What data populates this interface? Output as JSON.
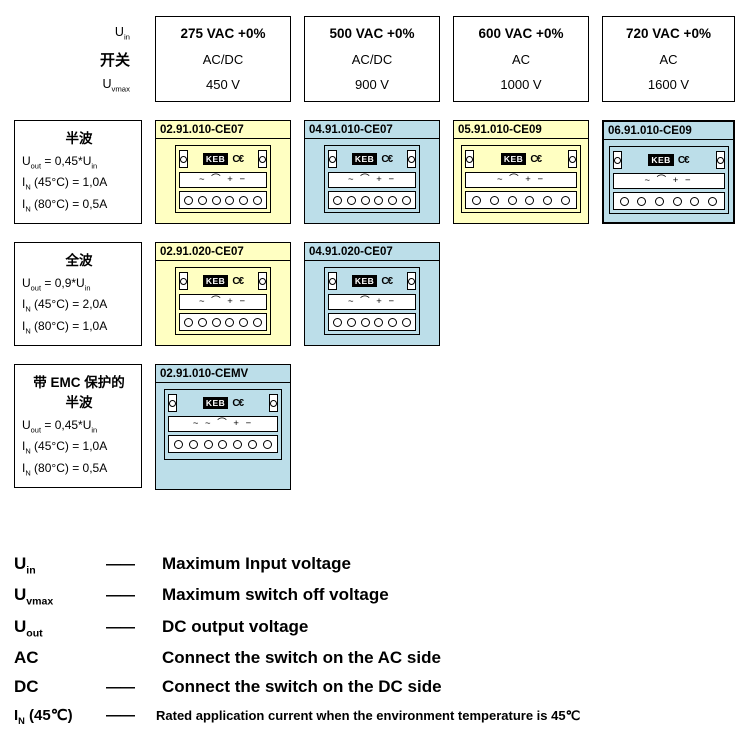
{
  "module": {
    "brand": "KEB",
    "ce": "C€"
  },
  "colors": {
    "card_yellow": "#FFFFC2",
    "card_blue": "#BCDEE9",
    "line": "#000000",
    "background": "#FFFFFF"
  },
  "header": {
    "labels": {
      "uin": [
        [
          "t",
          "U"
        ],
        [
          "s",
          "in"
        ]
      ],
      "switch": "开关",
      "uvmax": [
        [
          "t",
          "U"
        ],
        [
          "s",
          "vmax"
        ]
      ]
    },
    "columns": [
      {
        "voltage": "275 VAC  +0%",
        "switch": "AC/DC",
        "vmax": "450 V"
      },
      {
        "voltage": "500 VAC  +0%",
        "switch": "AC/DC",
        "vmax": "900 V"
      },
      {
        "voltage": "600 VAC  +0%",
        "switch": "AC",
        "vmax": "1000 V"
      },
      {
        "voltage": "720 VAC  +0%",
        "switch": "AC",
        "vmax": "1600 V"
      }
    ]
  },
  "rows": [
    {
      "spec": {
        "title": "半波",
        "lines": [
          [
            [
              "t",
              "U"
            ],
            [
              "s",
              "out"
            ],
            [
              "t",
              " = 0,45*U"
            ],
            [
              "s",
              "in"
            ]
          ],
          [
            [
              "t",
              "I"
            ],
            [
              "s",
              "N"
            ],
            [
              "t",
              " (45°C) = 1,0A"
            ]
          ],
          [
            [
              "t",
              "I"
            ],
            [
              "s",
              "N"
            ],
            [
              "t",
              " (80°C) = 0,5A"
            ]
          ]
        ]
      },
      "products": [
        {
          "part": "02.91.010-CE07",
          "variant": "yellow",
          "symbols": "~ ⌒ + −"
        },
        {
          "part": "04.91.010-CE07",
          "variant": "blue",
          "symbols": "~ ⌒ + −"
        },
        {
          "part": "05.91.010-CE09",
          "variant": "yellow",
          "symbols": "~ ⌒ + −"
        },
        {
          "part": "06.91.010-CE09",
          "variant": "blue",
          "symbols": "~ ⌒ + −"
        }
      ]
    },
    {
      "spec": {
        "title": "全波",
        "lines": [
          [
            [
              "t",
              "U"
            ],
            [
              "s",
              "out"
            ],
            [
              "t",
              " = 0,9*U"
            ],
            [
              "s",
              "in"
            ]
          ],
          [
            [
              "t",
              "I"
            ],
            [
              "s",
              "N"
            ],
            [
              "t",
              " (45°C) = 2,0A"
            ]
          ],
          [
            [
              "t",
              "I"
            ],
            [
              "s",
              "N"
            ],
            [
              "t",
              " (80°C) = 1,0A"
            ]
          ]
        ]
      },
      "products": [
        {
          "part": "02.91.020-CE07",
          "variant": "yellow",
          "symbols": "~ ⌒ + −"
        },
        {
          "part": "04.91.020-CE07",
          "variant": "blue",
          "symbols": "~ ⌒ + −"
        }
      ]
    },
    {
      "spec": {
        "title": "带 EMC 保护的\n半波",
        "lines": [
          [
            [
              "t",
              "U"
            ],
            [
              "s",
              "out"
            ],
            [
              "t",
              " = 0,45*U"
            ],
            [
              "s",
              "in"
            ]
          ],
          [
            [
              "t",
              "I"
            ],
            [
              "s",
              "N"
            ],
            [
              "t",
              " (45°C) = 1,0A"
            ]
          ],
          [
            [
              "t",
              "I"
            ],
            [
              "s",
              "N"
            ],
            [
              "t",
              " (80°C) = 0,5A"
            ]
          ]
        ]
      },
      "products": [
        {
          "part": "02.91.010-CEMV",
          "variant": "blue",
          "symbols": "~ ~ ⌒ + −"
        }
      ]
    }
  ],
  "legend": {
    "rows": [
      {
        "term": [
          [
            "t",
            "U"
          ],
          [
            "s",
            "in"
          ]
        ],
        "dash": "——",
        "desc": "Maximum Input voltage"
      },
      {
        "term": [
          [
            "t",
            "U"
          ],
          [
            "s",
            "vmax"
          ]
        ],
        "dash": "——",
        "desc": "Maximum switch off voltage"
      },
      {
        "term": [
          [
            "t",
            "U"
          ],
          [
            "s",
            "out"
          ]
        ],
        "dash": "——",
        "desc": "DC output voltage"
      },
      {
        "term": [
          [
            "t",
            "AC"
          ]
        ],
        "dash": "",
        "desc": "Connect the switch on the AC side"
      },
      {
        "term": [
          [
            "t",
            "DC"
          ]
        ],
        "dash": "——",
        "desc": "Connect the switch on the DC side"
      },
      {
        "term": [
          [
            "t",
            "I"
          ],
          [
            "s",
            "N"
          ],
          [
            "t",
            " (45℃)"
          ]
        ],
        "dash": "——",
        "desc": "Rated application current when the environment temperature is 45℃"
      }
    ]
  }
}
